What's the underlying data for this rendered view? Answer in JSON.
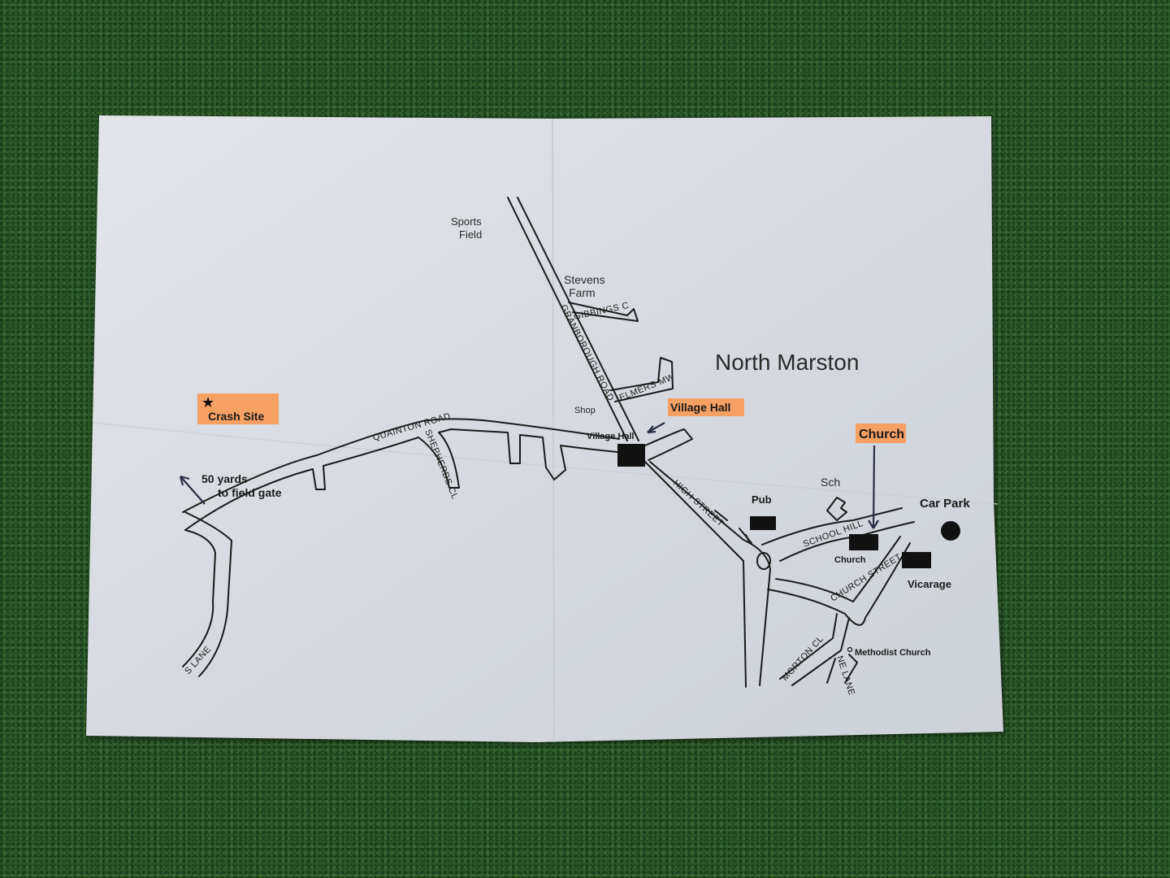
{
  "map": {
    "title": "North Marston",
    "colors": {
      "paper": "#d9dde3",
      "highlight": "#f7a064",
      "ink": "#1a1a1a",
      "felt": "#2c5a2a"
    },
    "area_labels": {
      "sports_field_1": "Sports",
      "sports_field_2": "Field",
      "stevens_farm_1": "Stevens",
      "stevens_farm_2": "Farm",
      "shop": "Shop",
      "village_hall_small": "Village Hall",
      "pub": "Pub",
      "sch": "Sch",
      "church_small": "Church",
      "car_park": "Car Park",
      "vicarage": "Vicarage",
      "methodist_church": "Methodist Church"
    },
    "streets": {
      "quainton_road": "QUAINTON ROAD",
      "shepherds_cl": "SHEPHERDS CL",
      "granborough_road": "GRANBOROUGH ROAD",
      "gibbings_c": "GIBBINGS C",
      "elmers_mw": "ELMERS MW",
      "high_street": "HIGH STREET",
      "school_hill": "SCHOOL HILL",
      "church_street": "CHURCH STREET",
      "morton_cl": "MORTON CL",
      "ne_lane": "NE LANE",
      "s_lane": "S LANE"
    },
    "annotations": {
      "crash_site": "Crash Site",
      "village_hall": "Village Hall",
      "church": "Church",
      "fifty_yards_1": "50 yards",
      "fifty_yards_2": "to field gate"
    },
    "icons": {
      "crash": "star-icon",
      "car_park": "filled-circle-icon",
      "building": "black-rectangle-icon"
    }
  }
}
